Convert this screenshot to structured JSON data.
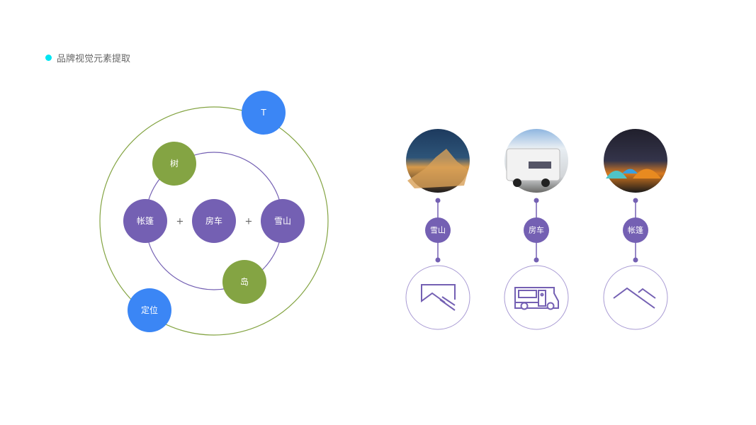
{
  "header": {
    "title": "品牌视觉元素提取"
  },
  "colors": {
    "purple": "#7460b3",
    "green": "#84a443",
    "blue": "#3b86f5",
    "accent": "#00e5f2"
  },
  "diagram": {
    "nodes": {
      "t": "T",
      "tree": "树",
      "tent": "帐篷",
      "rv": "房车",
      "snow": "雪山",
      "island": "岛",
      "locate": "定位"
    },
    "plus": "+"
  },
  "elements": [
    {
      "label": "雪山",
      "photo": "snow-mountain-photo",
      "icon": "mountain-icon"
    },
    {
      "label": "房车",
      "photo": "rv-photo",
      "icon": "rv-icon"
    },
    {
      "label": "帐篷",
      "photo": "tents-photo",
      "icon": "tent-icon"
    }
  ]
}
